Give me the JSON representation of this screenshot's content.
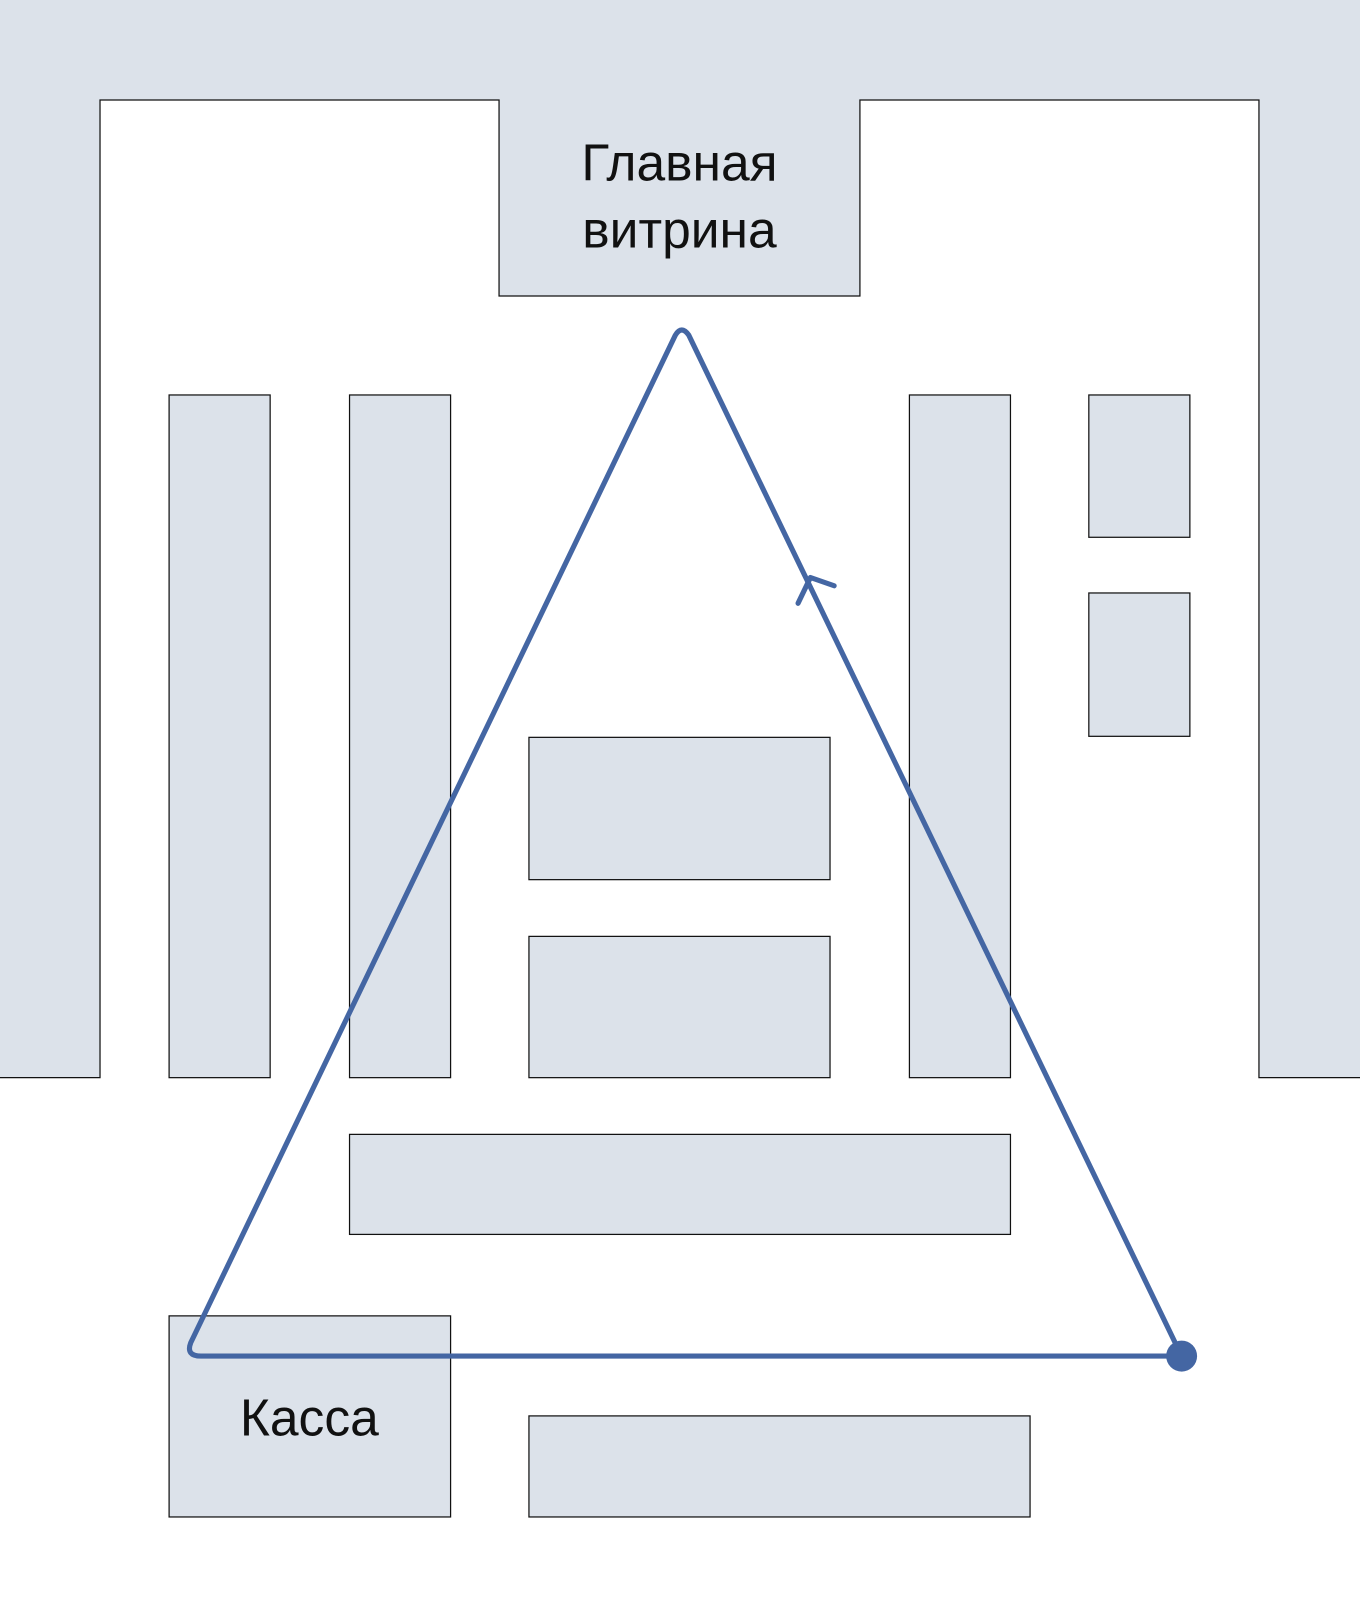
{
  "diagram": {
    "type": "store floor plan with customer route",
    "colors": {
      "fixture_fill": "#dce2ea",
      "outline": "#111111",
      "route": "#4466a3",
      "background": "#ffffff"
    },
    "labels": {
      "main_showcase_line1": "Главная",
      "main_showcase_line2": "витрина",
      "checkout": "Касса"
    },
    "zones": [
      {
        "id": "main-showcase",
        "label": "Главная витрина"
      },
      {
        "id": "checkout",
        "label": "Касса"
      },
      {
        "id": "shelf-left-1",
        "label": ""
      },
      {
        "id": "shelf-left-2",
        "label": ""
      },
      {
        "id": "center-table-1",
        "label": ""
      },
      {
        "id": "center-table-2",
        "label": ""
      },
      {
        "id": "shelf-right-1",
        "label": ""
      },
      {
        "id": "shelf-right-small-1",
        "label": ""
      },
      {
        "id": "shelf-right-small-2",
        "label": ""
      },
      {
        "id": "bottom-counter",
        "label": ""
      },
      {
        "id": "bottom-shelf",
        "label": ""
      }
    ],
    "route": {
      "start": "entrance point (right, near bottom)",
      "path": [
        "entrance",
        "main showcase",
        "checkout",
        "entrance"
      ],
      "direction": "counter-clockwise, arrow pointing up toward main showcase"
    }
  }
}
